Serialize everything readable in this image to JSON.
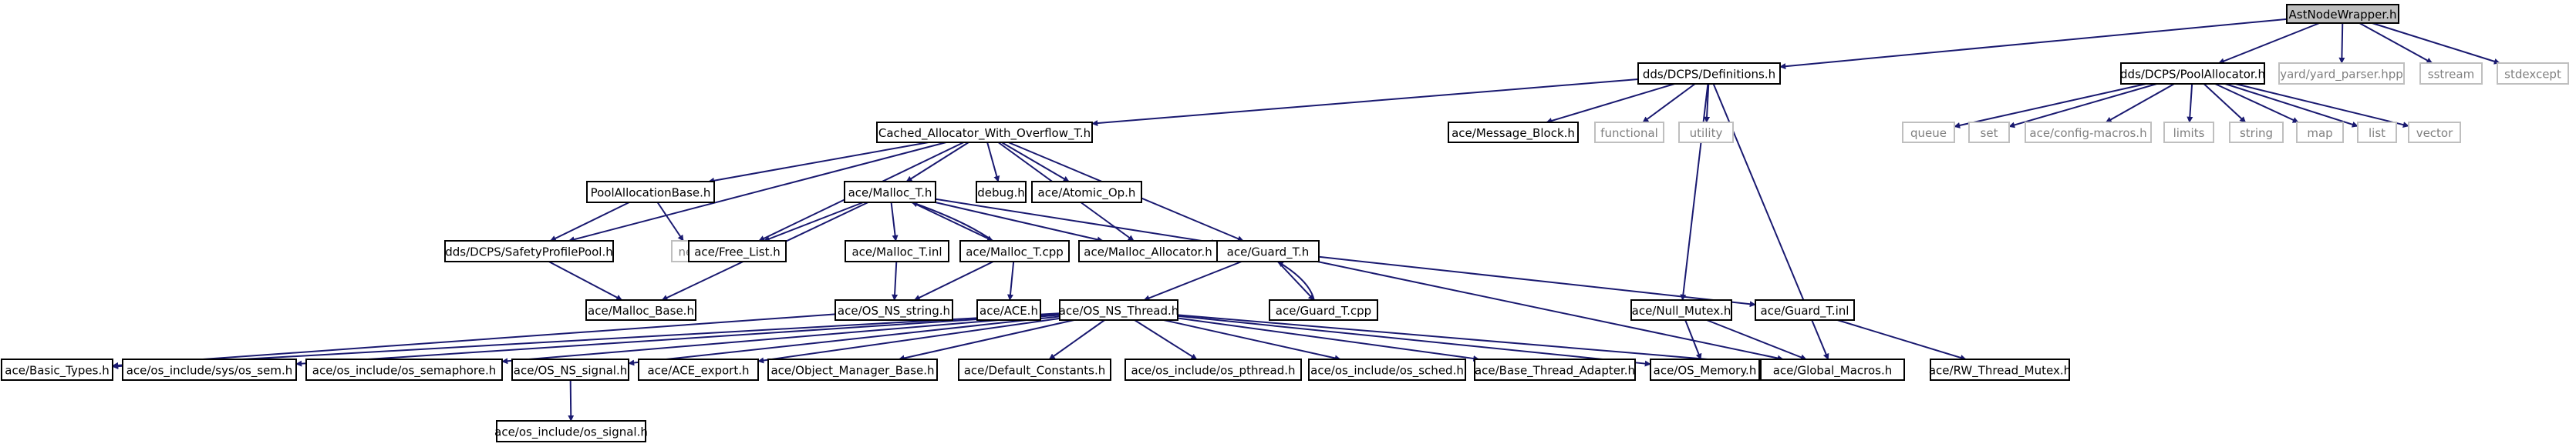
{
  "colors": {
    "edge": "#191970",
    "node_border_internal": "#000000",
    "node_border_external": "#bfbfbf",
    "node_fill_root": "#bfbfbf",
    "node_fill_default": "#ffffff",
    "text_internal": "#000000",
    "text_external": "#808080"
  },
  "nodes": [
    {
      "id": "root",
      "label": "AstNodeWrapper.h",
      "kind": "root"
    },
    {
      "id": "ddsdef",
      "label": "dds/DCPS/Definitions.h",
      "kind": "internal"
    },
    {
      "id": "pool",
      "label": "dds/DCPS/PoolAllocator.h",
      "kind": "internal"
    },
    {
      "id": "yard",
      "label": "yard/yard_parser.hpp",
      "kind": "external"
    },
    {
      "id": "sstream",
      "label": "sstream",
      "kind": "external"
    },
    {
      "id": "stdexcept",
      "label": "stdexcept",
      "kind": "external"
    },
    {
      "id": "cached",
      "label": "Cached_Allocator_With_Overflow_T.h",
      "kind": "internal"
    },
    {
      "id": "msgblock",
      "label": "ace/Message_Block.h",
      "kind": "internal"
    },
    {
      "id": "functional",
      "label": "functional",
      "kind": "external"
    },
    {
      "id": "utility",
      "label": "utility",
      "kind": "external"
    },
    {
      "id": "queue",
      "label": "queue",
      "kind": "external"
    },
    {
      "id": "set",
      "label": "set",
      "kind": "external"
    },
    {
      "id": "configmacros",
      "label": "ace/config-macros.h",
      "kind": "external"
    },
    {
      "id": "limits",
      "label": "limits",
      "kind": "external"
    },
    {
      "id": "string",
      "label": "string",
      "kind": "external"
    },
    {
      "id": "map",
      "label": "map",
      "kind": "external"
    },
    {
      "id": "list",
      "label": "list",
      "kind": "external"
    },
    {
      "id": "vector",
      "label": "vector",
      "kind": "external"
    },
    {
      "id": "poolalloc",
      "label": "PoolAllocationBase.h",
      "kind": "internal"
    },
    {
      "id": "malloct",
      "label": "ace/Malloc_T.h",
      "kind": "internal"
    },
    {
      "id": "debug",
      "label": "debug.h",
      "kind": "internal"
    },
    {
      "id": "atomic",
      "label": "ace/Atomic_Op.h",
      "kind": "internal"
    },
    {
      "id": "safety",
      "label": "dds/DCPS/SafetyProfilePool.h",
      "kind": "internal"
    },
    {
      "id": "new",
      "label": "new",
      "kind": "external"
    },
    {
      "id": "freelist",
      "label": "ace/Free_List.h",
      "kind": "internal"
    },
    {
      "id": "malloctinl",
      "label": "ace/Malloc_T.inl",
      "kind": "internal"
    },
    {
      "id": "malloctcpp",
      "label": "ace/Malloc_T.cpp",
      "kind": "internal"
    },
    {
      "id": "mallocalloc",
      "label": "ace/Malloc_Allocator.h",
      "kind": "internal"
    },
    {
      "id": "guardt",
      "label": "ace/Guard_T.h",
      "kind": "internal"
    },
    {
      "id": "mallocbase",
      "label": "ace/Malloc_Base.h",
      "kind": "internal"
    },
    {
      "id": "osnsstring",
      "label": "ace/OS_NS_string.h",
      "kind": "internal"
    },
    {
      "id": "aceh",
      "label": "ace/ACE.h",
      "kind": "internal"
    },
    {
      "id": "osnsthread",
      "label": "ace/OS_NS_Thread.h",
      "kind": "internal"
    },
    {
      "id": "guardtcpp",
      "label": "ace/Guard_T.cpp",
      "kind": "internal"
    },
    {
      "id": "nullmutex",
      "label": "ace/Null_Mutex.h",
      "kind": "internal"
    },
    {
      "id": "guardtinl",
      "label": "ace/Guard_T.inl",
      "kind": "internal"
    },
    {
      "id": "basictypes",
      "label": "ace/Basic_Types.h",
      "kind": "internal"
    },
    {
      "id": "syssem",
      "label": "ace/os_include/sys/os_sem.h",
      "kind": "internal"
    },
    {
      "id": "ossemaphore",
      "label": "ace/os_include/os_semaphore.h",
      "kind": "internal"
    },
    {
      "id": "osnssignal",
      "label": "ace/OS_NS_signal.h",
      "kind": "internal"
    },
    {
      "id": "aceexport",
      "label": "ace/ACE_export.h",
      "kind": "internal"
    },
    {
      "id": "objmgr",
      "label": "ace/Object_Manager_Base.h",
      "kind": "internal"
    },
    {
      "id": "defconst",
      "label": "ace/Default_Constants.h",
      "kind": "internal"
    },
    {
      "id": "ospthread",
      "label": "ace/os_include/os_pthread.h",
      "kind": "internal"
    },
    {
      "id": "ossched",
      "label": "ace/os_include/os_sched.h",
      "kind": "internal"
    },
    {
      "id": "basethread",
      "label": "ace/Base_Thread_Adapter.h",
      "kind": "internal"
    },
    {
      "id": "osmemory",
      "label": "ace/OS_Memory.h",
      "kind": "internal"
    },
    {
      "id": "globalmacros",
      "label": "ace/Global_Macros.h",
      "kind": "internal"
    },
    {
      "id": "rwthread",
      "label": "ace/RW_Thread_Mutex.h",
      "kind": "internal"
    },
    {
      "id": "ossignal",
      "label": "ace/os_include/os_signal.h",
      "kind": "internal"
    }
  ],
  "edges": [
    [
      "root",
      "ddsdef"
    ],
    [
      "root",
      "pool"
    ],
    [
      "root",
      "yard"
    ],
    [
      "root",
      "sstream"
    ],
    [
      "root",
      "stdexcept"
    ],
    [
      "ddsdef",
      "cached"
    ],
    [
      "ddsdef",
      "msgblock"
    ],
    [
      "ddsdef",
      "functional"
    ],
    [
      "ddsdef",
      "utility"
    ],
    [
      "ddsdef",
      "nullmutex"
    ],
    [
      "ddsdef",
      "globalmacros"
    ],
    [
      "pool",
      "queue"
    ],
    [
      "pool",
      "set"
    ],
    [
      "pool",
      "configmacros"
    ],
    [
      "pool",
      "limits"
    ],
    [
      "pool",
      "string"
    ],
    [
      "pool",
      "map"
    ],
    [
      "pool",
      "list"
    ],
    [
      "pool",
      "vector"
    ],
    [
      "cached",
      "poolalloc"
    ],
    [
      "cached",
      "malloct"
    ],
    [
      "cached",
      "debug"
    ],
    [
      "cached",
      "atomic"
    ],
    [
      "cached",
      "safety"
    ],
    [
      "cached",
      "freelist"
    ],
    [
      "cached",
      "mallocalloc"
    ],
    [
      "cached",
      "guardt"
    ],
    [
      "poolalloc",
      "safety"
    ],
    [
      "poolalloc",
      "new"
    ],
    [
      "safety",
      "mallocbase"
    ],
    [
      "malloct",
      "freelist"
    ],
    [
      "malloct",
      "malloctinl"
    ],
    [
      "malloct",
      "malloctcpp"
    ],
    [
      "malloct",
      "mallocalloc"
    ],
    [
      "malloct",
      "guardt"
    ],
    [
      "malloct",
      "mallocbase"
    ],
    [
      "malloctinl",
      "osnsstring"
    ],
    [
      "malloctcpp",
      "malloct"
    ],
    [
      "malloctcpp",
      "osnsstring"
    ],
    [
      "malloctcpp",
      "aceh"
    ],
    [
      "osnsstring",
      "basictypes"
    ],
    [
      "guardt",
      "osnsthread"
    ],
    [
      "guardt",
      "guardtcpp"
    ],
    [
      "guardt",
      "guardtinl"
    ],
    [
      "guardt",
      "globalmacros"
    ],
    [
      "guardtcpp",
      "guardt"
    ],
    [
      "guardtinl",
      "rwthread"
    ],
    [
      "nullmutex",
      "osmemory"
    ],
    [
      "nullmutex",
      "globalmacros"
    ],
    [
      "osnsthread",
      "basictypes"
    ],
    [
      "osnsthread",
      "syssem"
    ],
    [
      "osnsthread",
      "ossemaphore"
    ],
    [
      "osnsthread",
      "osnssignal"
    ],
    [
      "osnsthread",
      "aceexport"
    ],
    [
      "osnsthread",
      "objmgr"
    ],
    [
      "osnsthread",
      "defconst"
    ],
    [
      "osnsthread",
      "ospthread"
    ],
    [
      "osnsthread",
      "ossched"
    ],
    [
      "osnsthread",
      "basethread"
    ],
    [
      "osnsthread",
      "osmemory"
    ],
    [
      "osnsthread",
      "globalmacros"
    ],
    [
      "osnssignal",
      "ossignal"
    ]
  ]
}
